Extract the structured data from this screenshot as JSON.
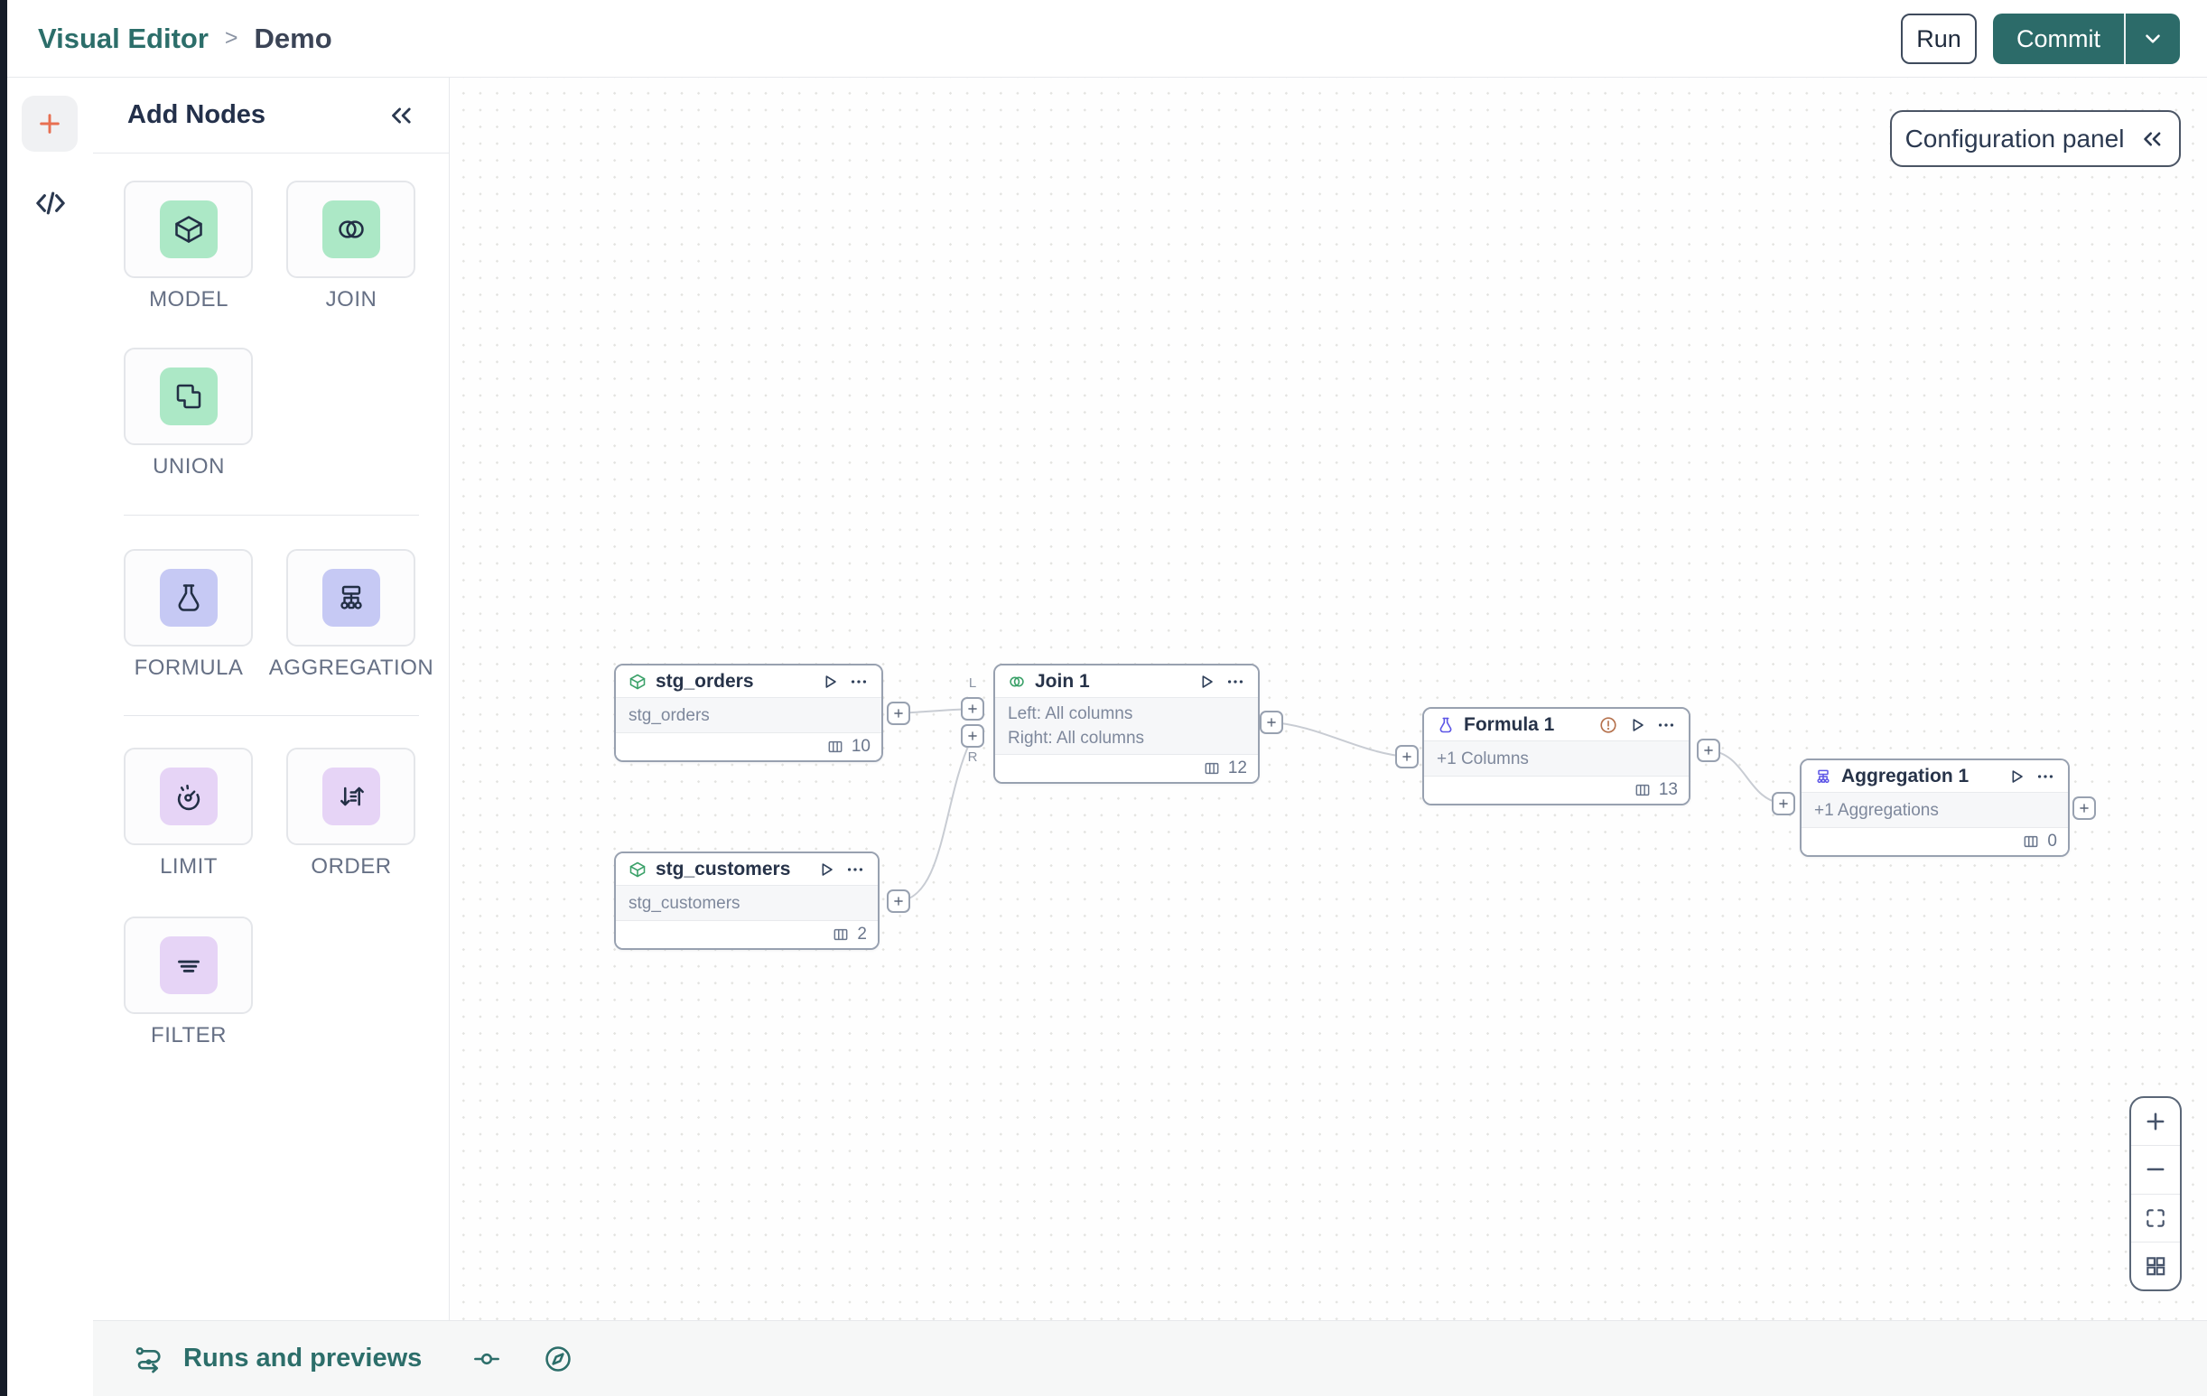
{
  "topbar": {
    "breadcrumb_root": "Visual Editor",
    "breadcrumb_sep": ">",
    "breadcrumb_current": "Demo",
    "run_label": "Run",
    "commit_label": "Commit"
  },
  "panel": {
    "title": "Add Nodes",
    "tiles": [
      {
        "label": "MODEL"
      },
      {
        "label": "JOIN"
      },
      {
        "label": "UNION"
      },
      {
        "label": "FORMULA"
      },
      {
        "label": "AGGREGATION"
      },
      {
        "label": "LIMIT"
      },
      {
        "label": "ORDER"
      },
      {
        "label": "FILTER"
      }
    ]
  },
  "canvas": {
    "config_panel_label": "Configuration panel",
    "nodes": [
      {
        "title": "stg_orders",
        "body": "stg_orders",
        "columns": "10"
      },
      {
        "title": "stg_customers",
        "body": "stg_customers",
        "columns": "2"
      },
      {
        "title": "Join 1",
        "body_left": "Left: All columns",
        "body_right": "Right: All columns",
        "columns": "12"
      },
      {
        "title": "Formula 1",
        "body": "+1 Columns",
        "columns": "13"
      },
      {
        "title": "Aggregation 1",
        "body": "+1 Aggregations",
        "columns": "0"
      }
    ],
    "port_labels": {
      "left": "L",
      "right": "R"
    }
  },
  "bottombar": {
    "label": "Runs and previews"
  },
  "colors": {
    "teal": "#2C6B69",
    "coral": "#E76F51",
    "mint": "#ACE8C6",
    "periwinkle": "#C6C9F4",
    "lilac": "#E6D4F6",
    "node_icon_green": "#3BA169",
    "node_icon_indigo": "#5C55E6",
    "warning_orange": "#B5714C"
  }
}
